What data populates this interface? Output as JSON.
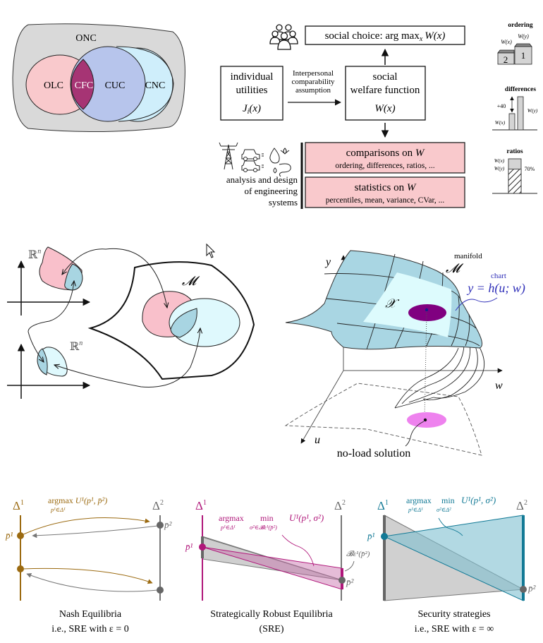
{
  "venn": {
    "outer": "ONC",
    "left": "OLC",
    "intersection": "CFC",
    "middle": "CUC",
    "right": "CNC",
    "colors": {
      "outer": "#d9d9d9",
      "left": "#f9c9cc",
      "intersection": "#a63474",
      "middle": "#b7c5ec",
      "right": "#cfeefb"
    }
  },
  "welfare": {
    "social_choice": "social choice: arg max",
    "social_choice_sub": "x",
    "social_choice_fn": "W(x)",
    "individual_line1": "individual",
    "individual_line2": "utilities",
    "individual_fn": "J",
    "individual_fn_sub": "i",
    "individual_fn_arg": "(x)",
    "arrow_label_line1": "Interpersonal",
    "arrow_label_line2": "comparability",
    "arrow_label_line3": "assumption",
    "swf_line1": "social",
    "swf_line2": "welfare function",
    "swf_fn": "W(x)",
    "comparisons_title": "comparisons on",
    "comparisons_var": "W",
    "comparisons_sub": "ordering, differences, ratios, ...",
    "statistics_title": "statistics on",
    "statistics_var": "W",
    "statistics_sub": "percentiles, mean, variance, CVar, ...",
    "eng_line1": "analysis and design",
    "eng_line2": "of engineering",
    "eng_line3": "systems",
    "box_fill": "#f9c9cc"
  },
  "side_panels": {
    "ordering": {
      "title": "ordering",
      "wx": "W(x)",
      "wy": "W(y)",
      "rank_x": "2",
      "rank_y": "1"
    },
    "differences": {
      "title": "differences",
      "delta": "+40",
      "wx": "W(x)",
      "wy": "W(y)"
    },
    "ratios": {
      "title": "ratios",
      "wx": "W(x)",
      "wy": "W(y)",
      "percent": "70%",
      "ratio": 0.7
    }
  },
  "manifold_left": {
    "rn_top": "ℝ",
    "rn_top_sup": "n",
    "rn_bottom": "ℝ",
    "rn_bottom_sup": "n",
    "m_label": "𝓜",
    "colors": {
      "pink": "#f9c0cb",
      "blue": "#a8d5e2",
      "cyan": "#dff9fd"
    }
  },
  "manifold_right": {
    "axis_y": "y",
    "axis_w": "w",
    "axis_u": "u",
    "manifold_label": "manifold",
    "manifold_symbol": "𝓜",
    "chart_label": "chart",
    "chart_eq": "y = h(u; w)",
    "x_label": "𝒳",
    "no_load": "no-load solution",
    "colors": {
      "surface": "#a9d6e3",
      "region": "#ddfbfd",
      "dark_ellipse": "#800080",
      "pink_ellipse": "#ee82ee",
      "chart_text": "#2e2eb8"
    }
  },
  "games": [
    {
      "delta1": "Δ",
      "delta1_sup": "1",
      "delta2": "Δ",
      "delta2_sup": "2",
      "formula_op": "argmax",
      "formula_op_sub": "p¹∈Δ¹",
      "formula_fn": "U¹(p¹, p̄²)",
      "p1": "p̄¹",
      "p2": "p̄²",
      "caption1": "Nash Equilibria",
      "caption2": "i.e., SRE with ε = 0",
      "color": "#9b6a10"
    },
    {
      "delta1": "Δ",
      "delta1_sup": "1",
      "delta2": "Δ",
      "delta2_sup": "2",
      "formula_op": "argmax",
      "formula_op_sub": "p¹∈Δ¹",
      "formula_min": "min",
      "formula_min_sub": "σ²∈𝓑ε¹(p̄²)",
      "formula_fn": "U¹(p¹, σ²)",
      "ball_label": "𝓑ε¹(p̄²)",
      "p1": "p̄¹",
      "p2": "p̄²",
      "caption1": "Strategically Robust Equilibria",
      "caption2": "(SRE)",
      "color": "#b0177a"
    },
    {
      "delta1": "Δ",
      "delta1_sup": "1",
      "delta2": "Δ",
      "delta2_sup": "2",
      "formula_op": "argmax",
      "formula_op_sub": "p¹∈Δ¹",
      "formula_min": "min",
      "formula_min_sub": "σ²∈Δ²",
      "formula_fn": "U¹(p¹, σ²)",
      "p1": "p̄¹",
      "p2": "p̄²",
      "caption1": "Security strategies",
      "caption2": "i.e., SRE with ε = ∞",
      "color": "#137a96"
    }
  ],
  "gray": "#666666"
}
